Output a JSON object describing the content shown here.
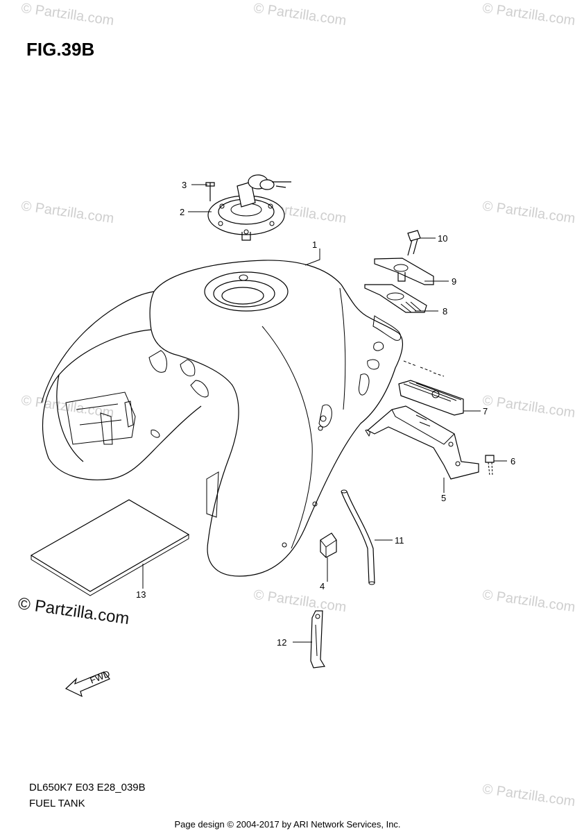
{
  "figure": {
    "title": "FIG.39B",
    "model_code": "DL650K7 E03 E28_039B",
    "caption": "FUEL TANK"
  },
  "watermark": "© Partzilla.com",
  "brand": "© Partzilla.com",
  "footer": "Page design © 2004-2017 by ARI Network Services, Inc.",
  "direction_arrow": "FWD",
  "callouts": [
    "1",
    "2",
    "3",
    "4",
    "5",
    "6",
    "7",
    "8",
    "9",
    "10",
    "11",
    "12",
    "13"
  ]
}
